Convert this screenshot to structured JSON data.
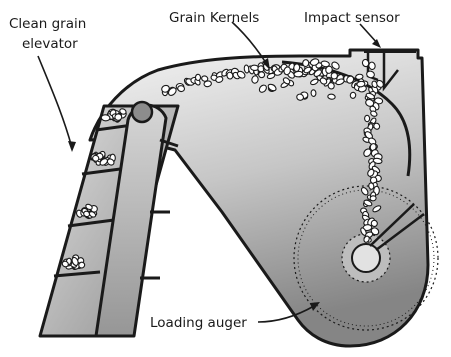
{
  "labels": {
    "clean_grain_elevator_line1": "Clean grain",
    "clean_grain_elevator_line2": "elevator",
    "grain_kernels": "Grain Kernels",
    "impact_sensor": "Impact sensor",
    "loading_auger": "Loading auger"
  },
  "colors": {
    "outline": "#1a1a1a",
    "housing_light": "#f2f2f2",
    "housing_dark": "#8a8a8a",
    "grain_fill": "#ffffff",
    "hub": "#8c8c8c",
    "background": "#ffffff"
  }
}
